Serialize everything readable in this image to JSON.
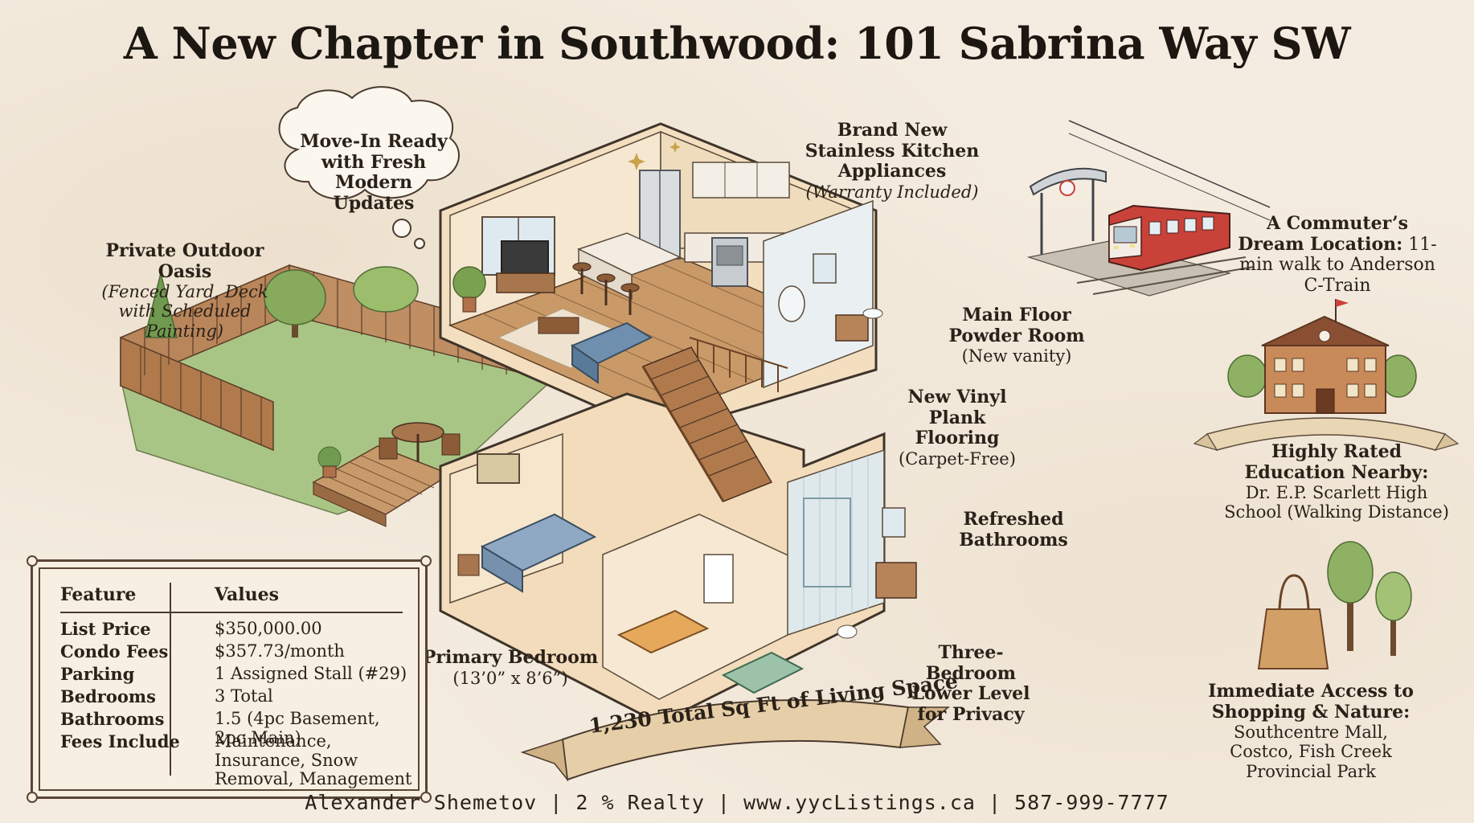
{
  "title": "A New Chapter in Southwood: 101 Sabrina Way SW",
  "callouts": {
    "move_in": "Move-In Ready with Fresh Modern Updates",
    "outdoor": {
      "heading": "Private Outdoor Oasis",
      "note": "(Fenced Yard, Deck with Scheduled Painting)"
    },
    "kitchen": {
      "heading": "Brand New Stainless Kitchen Appliances",
      "note": "(Warranty Included)"
    },
    "commuter": {
      "heading": "A Commuter’s Dream Location:",
      "detail": "11-min walk to Anderson C-Train"
    },
    "powder_room": {
      "heading": "Main Floor Powder Room",
      "note": "(New vanity)"
    },
    "flooring": {
      "heading": "New Vinyl Plank Flooring",
      "note": "(Carpet-Free)"
    },
    "education": {
      "heading": "Highly Rated Education Nearby:",
      "detail": "Dr. E.P. Scarlett High School (Walking Distance)"
    },
    "bathrooms": {
      "heading": "Refreshed Bathrooms"
    },
    "primary_bedroom": {
      "heading": "Primary Bedroom",
      "note": "(13’0” x 8’6”)"
    },
    "lower_level": {
      "heading": "Three-Bedroom Lower Level for Privacy"
    },
    "shopping": {
      "heading": "Immediate Access to Shopping & Nature:",
      "detail": "Southcentre Mall, Costco, Fish Creek Provincial Park"
    }
  },
  "banner": "1,230 Total Sq Ft of Living Space",
  "table": {
    "headers": [
      "Feature",
      "Values"
    ],
    "rows": [
      {
        "feature": "List Price",
        "value": "$350,000.00"
      },
      {
        "feature": "Condo Fees",
        "value": "$357.73/month"
      },
      {
        "feature": "Parking",
        "value": "1 Assigned Stall (#29)"
      },
      {
        "feature": "Bedrooms",
        "value": "3 Total"
      },
      {
        "feature": "Bathrooms",
        "value": "1.5 (4pc Basement, 2pc Main)"
      },
      {
        "feature": "Fees Include",
        "value": "Maintenance, Insurance, Snow Removal, Management"
      }
    ]
  },
  "footer": "Alexander Shemetov | 2 % Realty | www.yycListings.ca | 587-999-7777",
  "colors": {
    "paper": "#f4ece0",
    "ink": "#2a2119",
    "wood": "#b07a4d",
    "wall": "#f6e3c4",
    "grass": "#8cb46a",
    "train_red": "#c9423a",
    "brick": "#c98a5a",
    "bath_tile": "#d9e6ea"
  },
  "icons": [
    "thought-bubble-icon",
    "train-icon",
    "school-icon",
    "shopping-bag-icon",
    "tree-icon",
    "sparkle-icon"
  ]
}
